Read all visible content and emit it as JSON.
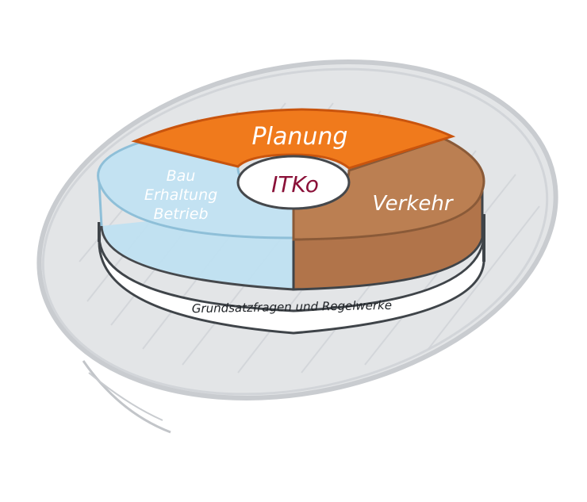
{
  "segments": {
    "planung": {
      "label": "Planung",
      "color": "#f07a1c"
    },
    "verkehr": {
      "label": "Verkehr",
      "color": "#b77a4d"
    },
    "bau": {
      "lines": [
        "Bau",
        "Erhaltung",
        "Betrieb"
      ],
      "color": "#bfe0f1"
    }
  },
  "center": {
    "label": "ITKo",
    "color": "#8a1038"
  },
  "base": {
    "label": "Grundsatzfragen und Regelwerke"
  }
}
